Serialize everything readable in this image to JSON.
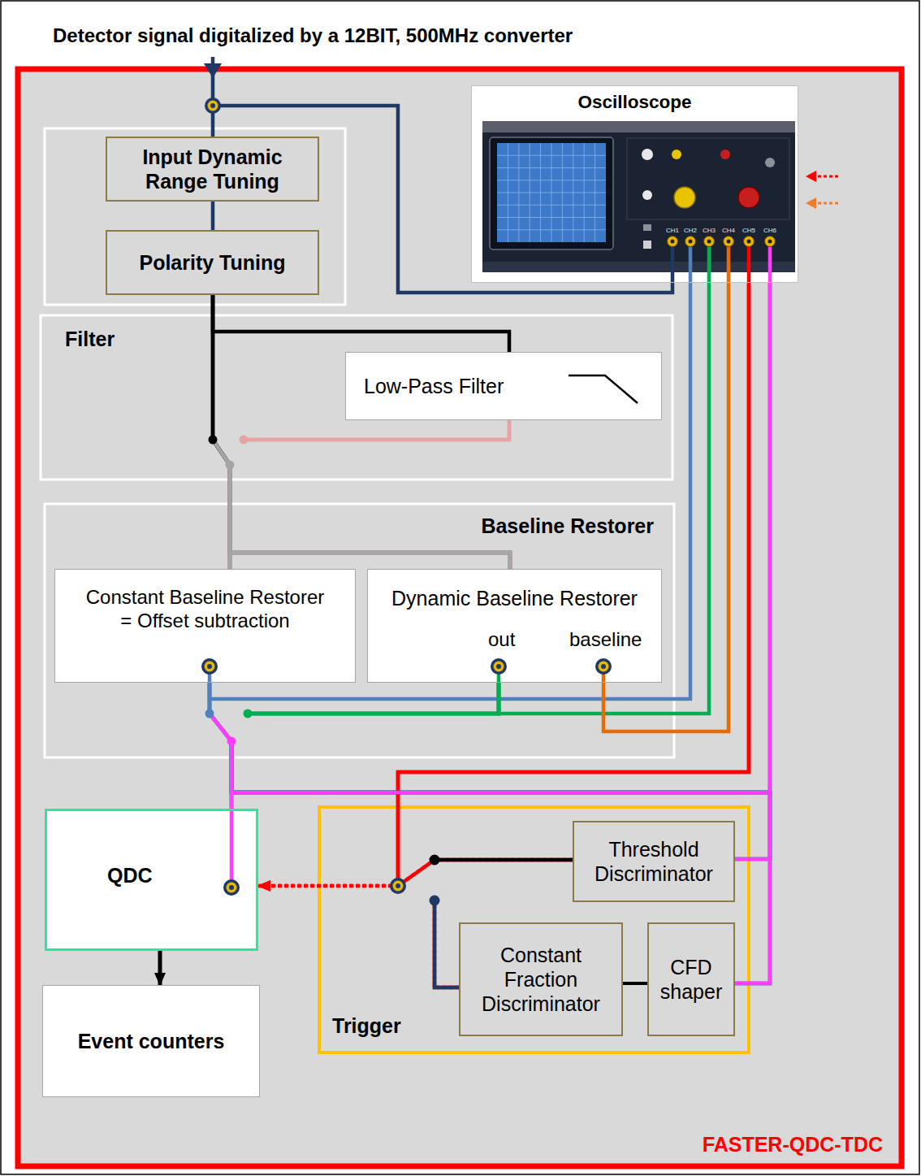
{
  "diagram": {
    "title": "Detector signal digitalized by a 12BIT, 500MHz converter",
    "nodes": [
      {
        "text": [
          "FASTER-QDC-TDC"
        ]
      },
      {
        "text": [
          "Oscilloscope"
        ],
        "in": 0
      },
      {
        "text": [
          "Input Dynamic Range Tuning"
        ],
        "in": 0
      },
      {
        "text": [
          "Polarity Tuning"
        ],
        "in": 0
      },
      {
        "text": [
          "Filter"
        ],
        "in": 0
      },
      {
        "text": [
          "Low-Pass Filter"
        ],
        "in": 4
      },
      {
        "text": [
          "Baseline Restorer"
        ],
        "in": 0
      },
      {
        "text": [
          "Constant Baseline Restorer = Offset subtraction"
        ],
        "in": 6
      },
      {
        "text": [
          "Dynamic Baseline Restorer",
          "out",
          "baseline"
        ],
        "in": 6
      },
      {
        "text": [
          "QDC"
        ],
        "in": 0
      },
      {
        "text": [
          "Event counters"
        ],
        "in": 0
      },
      {
        "text": [
          "Trigger"
        ],
        "in": 0
      },
      {
        "text": [
          "Threshold Discriminator"
        ],
        "in": 11
      },
      {
        "text": [
          "Constant Fraction Discriminator"
        ],
        "in": 11
      },
      {
        "text": [
          "CFD shaper"
        ],
        "in": 11
      }
    ],
    "edges": [
      {
        "from": 2,
        "to": 1,
        "arrow": "none"
      },
      {
        "from": 2,
        "to": 3,
        "arrow": "none"
      },
      {
        "from": 3,
        "to": 5,
        "arrow": "none"
      },
      {
        "from": 3,
        "to": 7,
        "arrow": "none"
      },
      {
        "from": 3,
        "to": 8,
        "arrow": "none"
      },
      {
        "from": 5,
        "to": 7,
        "arrow": "none"
      },
      {
        "from": 5,
        "to": 8,
        "arrow": "none"
      },
      {
        "from": 7,
        "to": 1,
        "arrow": "none"
      },
      {
        "from": 8,
        "to": 1,
        "arrow": "none"
      },
      {
        "from": 8,
        "to": 1,
        "arrow": "none"
      },
      {
        "from": 7,
        "to": 9,
        "arrow": "none"
      },
      {
        "from": 8,
        "to": 9,
        "arrow": "none"
      },
      {
        "from": 7,
        "to": 1,
        "arrow": "none"
      },
      {
        "from": 8,
        "to": 1,
        "arrow": "none"
      },
      {
        "from": 7,
        "to": 12,
        "arrow": "none"
      },
      {
        "from": 8,
        "to": 12,
        "arrow": "none"
      },
      {
        "from": 7,
        "to": 14,
        "arrow": "none"
      },
      {
        "from": 8,
        "to": 14,
        "arrow": "none"
      },
      {
        "from": 12,
        "to": 9,
        "arrow": "to"
      },
      {
        "from": 13,
        "to": 9,
        "arrow": "to"
      },
      {
        "from": 12,
        "to": 1,
        "arrow": "none"
      },
      {
        "from": 13,
        "to": 1,
        "arrow": "none"
      },
      {
        "from": 14,
        "to": 13,
        "arrow": "none"
      },
      {
        "from": 9,
        "to": 10,
        "arrow": "to"
      }
    ],
    "labels": [
      "CH1",
      "CH2",
      "CH3",
      "CH4",
      "CH5",
      "CH6"
    ]
  }
}
